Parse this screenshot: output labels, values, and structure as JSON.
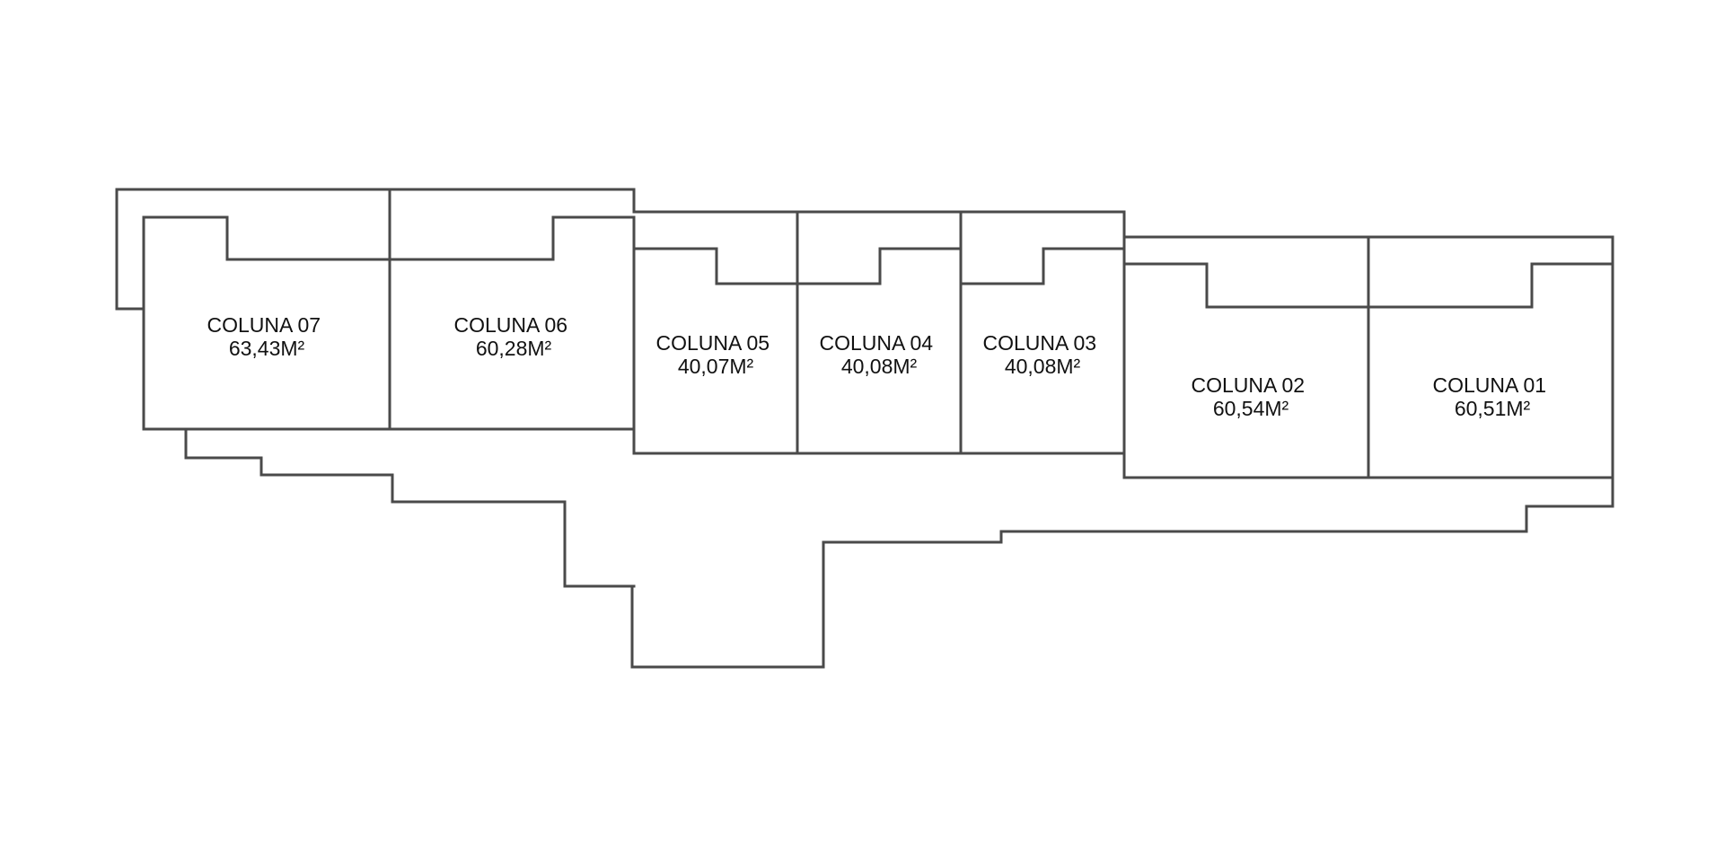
{
  "floor_plan": {
    "units": [
      {
        "name": "COLUNA 07",
        "area": "63,43M²"
      },
      {
        "name": "COLUNA 06",
        "area": "60,28M²"
      },
      {
        "name": "COLUNA 05",
        "area": "40,07M²"
      },
      {
        "name": "COLUNA 04",
        "area": "40,08M²"
      },
      {
        "name": "COLUNA 03",
        "area": "40,08M²"
      },
      {
        "name": "COLUNA 02",
        "area": "60,54M²"
      },
      {
        "name": "COLUNA 01",
        "area": "60,51M²"
      }
    ],
    "colors": {
      "wall": "#4a4a4a",
      "text": "#111111",
      "background": "#ffffff"
    }
  }
}
